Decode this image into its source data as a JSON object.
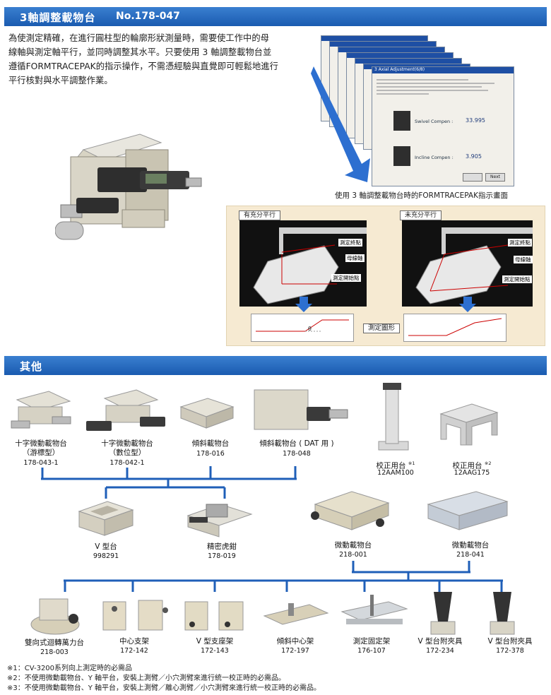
{
  "header": {
    "title": "3軸調整載物台",
    "number": "No.178-047"
  },
  "intro_lines": [
    "為使測定精確，在進行圓柱型的輪廓形狀測量時，需要使工作中的母",
    "線軸與測定軸平行，並同時調整其水平。只要使用 3 軸調整載物台並",
    "遵循FORMTRACEPAK的指示操作，不需憑經驗與直覺即可輕鬆地進行",
    "平行核對與水平調整作業。"
  ],
  "screenshot": {
    "caption": "使用 3 軸調整載物台時的FORMTRACEPAK指示畫面",
    "dialog_title": "3 Axial Adjustment(6/8)",
    "swivel_label": "Swivel Compen :",
    "swivel_value": "33.995",
    "incline_label": "Incline Compen :",
    "incline_value": "3.905",
    "next_label": "Next"
  },
  "diagram": {
    "left_tag": "有充分平行",
    "right_tag": "未充分平行",
    "end_point": "測定終點",
    "generatrix": "母線軸",
    "start_point": "測定開始點",
    "figure_label": "測定圖形",
    "theta": "θ"
  },
  "section2": {
    "title": "其他"
  },
  "products": [
    {
      "name1": "十字微動載物台",
      "name2": "（游標型）",
      "code": "178-043-1"
    },
    {
      "name1": "十字微動載物台",
      "name2": "（數位型）",
      "code": "178-042-1"
    },
    {
      "name1": "傾斜載物台",
      "code": "178-016"
    },
    {
      "name1": "傾斜載物台 ( DAT 用 )",
      "code": "178-048"
    },
    {
      "name1": "校正用台",
      "sup": "※1",
      "code": "12AAM100"
    },
    {
      "name1": "校正用台",
      "sup": "※2",
      "code": "12AAG175"
    },
    {
      "name1": "V 型台",
      "code": "998291"
    },
    {
      "name1": "精密虎鉗",
      "code": "178-019"
    },
    {
      "name1": "微動載物台",
      "code": "218-001"
    },
    {
      "name1": "微動載物台",
      "code": "218-041"
    },
    {
      "name1": "雙向式迴轉萬力台",
      "code": "218-003"
    },
    {
      "name1": "中心支架",
      "code": "172-142"
    },
    {
      "name1": "V 型支座架",
      "code": "172-143"
    },
    {
      "name1": "傾斜中心架",
      "code": "172-197"
    },
    {
      "name1": "測定固定架",
      "code": "176-107"
    },
    {
      "name1": "V 型台附夾具",
      "code": "172-234"
    },
    {
      "name1": "V 型台附夾具",
      "code": "172-378"
    }
  ],
  "notes": [
    "※1：CV-3200系列向上測定時的必需品",
    "※2：不使用微動載物台、Y 軸平台，安裝上測臂／小穴測臂來進行統一校正時的必需品。",
    "※3：不使用微動載物台、Y 軸平台，安裝上測臂／離心測臂／小穴測臂來進行統一校正時的必需品。"
  ],
  "colors": {
    "banner": "#2767c0",
    "line": "#1f5fb8",
    "panel": "#f6ead2",
    "arrow": "#2d6fd0"
  }
}
